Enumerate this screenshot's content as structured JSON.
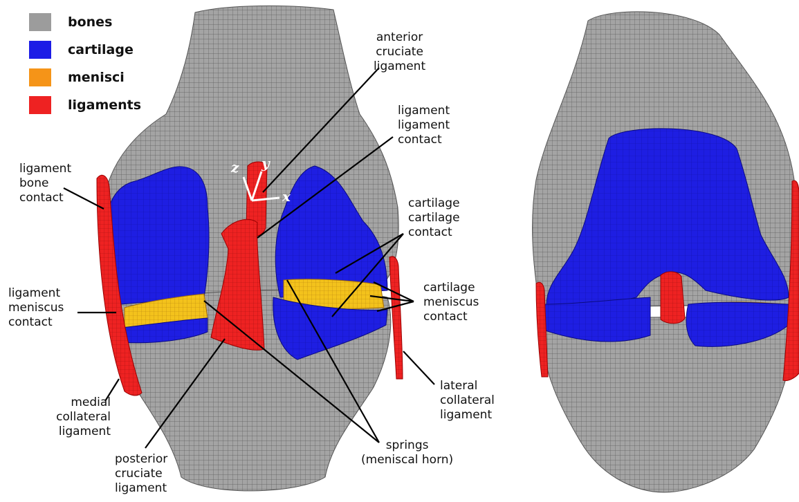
{
  "colors": {
    "bones": "#9c9c9c",
    "cartilage": "#1c1ce6",
    "menisci": "#f59418",
    "ligaments": "#ee2222"
  },
  "legend": {
    "items": [
      {
        "label": "bones",
        "color": "#9c9c9c"
      },
      {
        "label": "cartilage",
        "color": "#1c1ce6"
      },
      {
        "label": "menisci",
        "color": "#f59418"
      },
      {
        "label": "ligaments",
        "color": "#ee2222"
      }
    ]
  },
  "axes": {
    "z": "z",
    "y": "y",
    "x": "x"
  },
  "annotations": {
    "acl": [
      "anterior",
      "cruciate",
      "ligament"
    ],
    "llc": [
      "ligament",
      "ligament",
      "contact"
    ],
    "lbc": [
      "ligament",
      "bone",
      "contact"
    ],
    "ccc": [
      "cartilage",
      "cartilage",
      "contact"
    ],
    "lmc": [
      "ligament",
      "meniscus",
      "contact"
    ],
    "cmc": [
      "cartilage",
      "meniscus",
      "contact"
    ],
    "mcl": [
      "medial",
      "collateral",
      "ligament"
    ],
    "lcl": [
      "lateral",
      "collateral",
      "ligament"
    ],
    "pcl": [
      "posterior",
      "cruciate",
      "ligament"
    ],
    "springs": [
      "springs",
      "(meniscal horn)"
    ]
  }
}
